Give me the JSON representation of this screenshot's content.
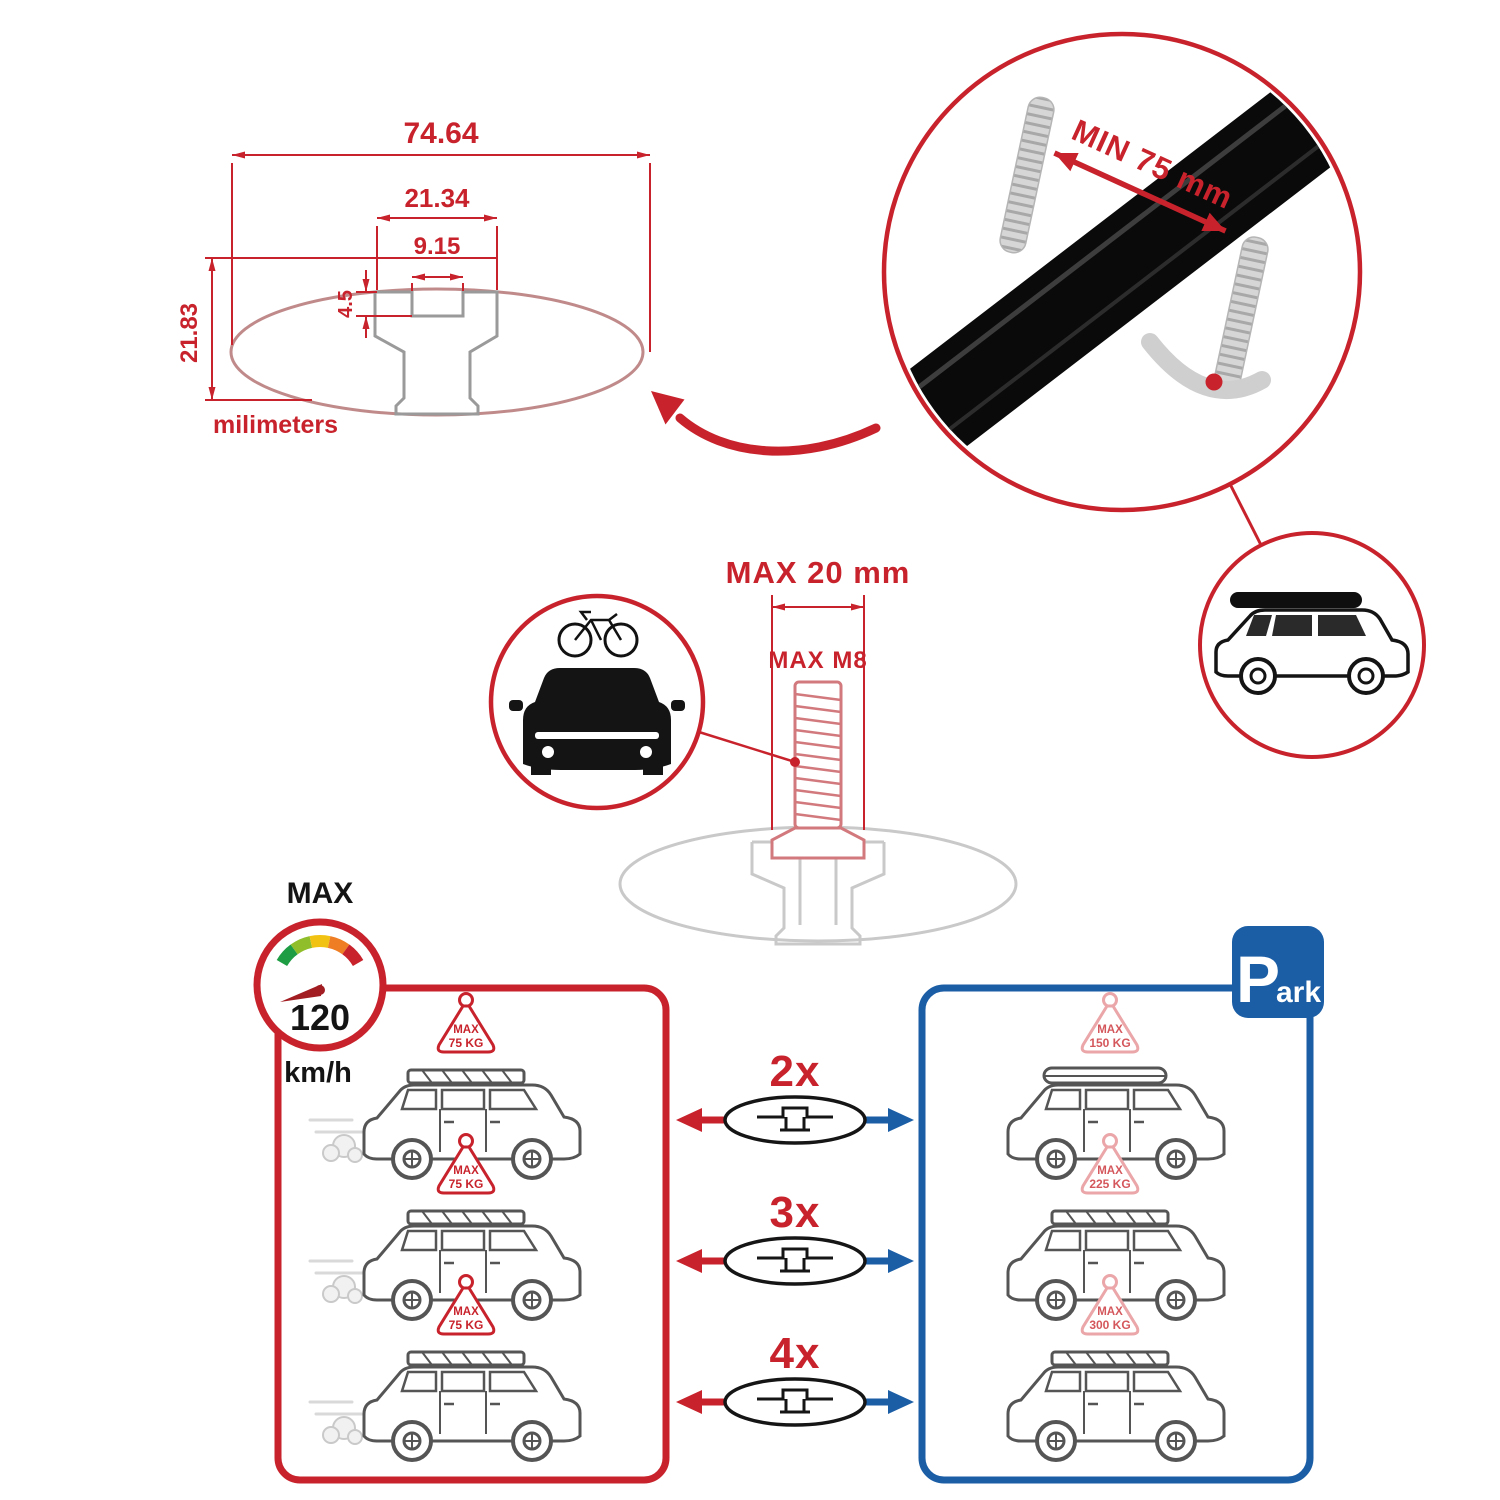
{
  "colors": {
    "red": "#c8232c",
    "blue": "#1b5ea6",
    "pink": "#e2989b",
    "gray": "#9a9a9a",
    "light_gray": "#c9c9c9",
    "black": "#141414"
  },
  "dimension_drawing": {
    "width_total": "74.64",
    "slot_outer_width": "21.34",
    "slot_inner_width": "9.15",
    "slot_depth": "4.5",
    "height_total": "21.83",
    "units_label": "milimeters"
  },
  "bar_detail": {
    "min_span_label": "MIN 75 mm"
  },
  "bolt_detail": {
    "max_width_label": "MAX 20 mm",
    "max_thread_label": "MAX M8"
  },
  "speed_gauge": {
    "title": "MAX",
    "value": "120",
    "unit": "km/h"
  },
  "park_sign": {
    "letter": "P",
    "suffix": "ark"
  },
  "driving_panel": {
    "cars": [
      {
        "tag_title": "MAX",
        "tag_value": "75 KG"
      },
      {
        "tag_title": "MAX",
        "tag_value": "75 KG"
      },
      {
        "tag_title": "MAX",
        "tag_value": "75 KG"
      }
    ]
  },
  "quantity_rows": [
    {
      "label": "2x"
    },
    {
      "label": "3x"
    },
    {
      "label": "4x"
    }
  ],
  "parked_panel": {
    "cars": [
      {
        "tag_title": "MAX",
        "tag_value": "150 KG"
      },
      {
        "tag_title": "MAX",
        "tag_value": "225 KG"
      },
      {
        "tag_title": "MAX",
        "tag_value": "300 KG"
      }
    ]
  }
}
